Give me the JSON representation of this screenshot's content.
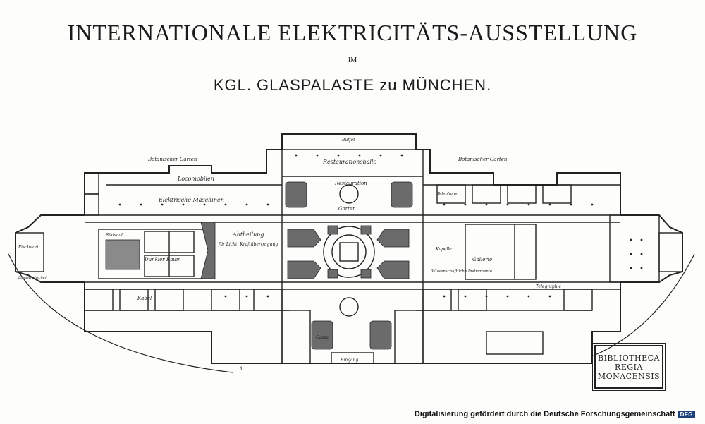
{
  "header": {
    "title": "INTERNATIONALE ELEKTRICITÄTS-AUSSTELLUNG",
    "im": "IM",
    "subtitle": "KGL. GLASPALASTE zu MÜNCHEN."
  },
  "plan": {
    "labels": {
      "botanischer_garten_left": "Botanischer Garten",
      "botanischer_garten_right": "Botanischer Garten",
      "locomobilen": "Locomobilen",
      "elektrische_maschinen": "Elektrische Maschinen",
      "restaurationshalle": "Restaurationshalle",
      "restauration": "Restauration",
      "garten": "Garten",
      "abtheilung": "Abtheilung",
      "fuer_licht": "für Licht, Kraftübertragung",
      "dunkler_raum": "Dunkler Raum",
      "suedsaal": "Südsaal",
      "landwirthschaft": "Landwirthschaft",
      "fischerei": "Fischerei",
      "gallerie": "Gallerie",
      "kapelle": "Kapelle",
      "telegraphie": "Telegraphie",
      "wissenschaftliche_instrumente": "Wissenschaftliche Instrumente",
      "kabel": "Kabel",
      "eingang": "Eingang",
      "cassa": "Cassa",
      "buffet": "Buffet",
      "telephone": "Telephone"
    }
  },
  "stamp": {
    "line1": "BIBLIOTHECA",
    "line2": "REGIA",
    "line3": "MONACENSIS"
  },
  "footer": {
    "text": "Digitalisierung gefördert durch die Deutsche Forschungsgemeinschaft",
    "logo": "DFG"
  }
}
